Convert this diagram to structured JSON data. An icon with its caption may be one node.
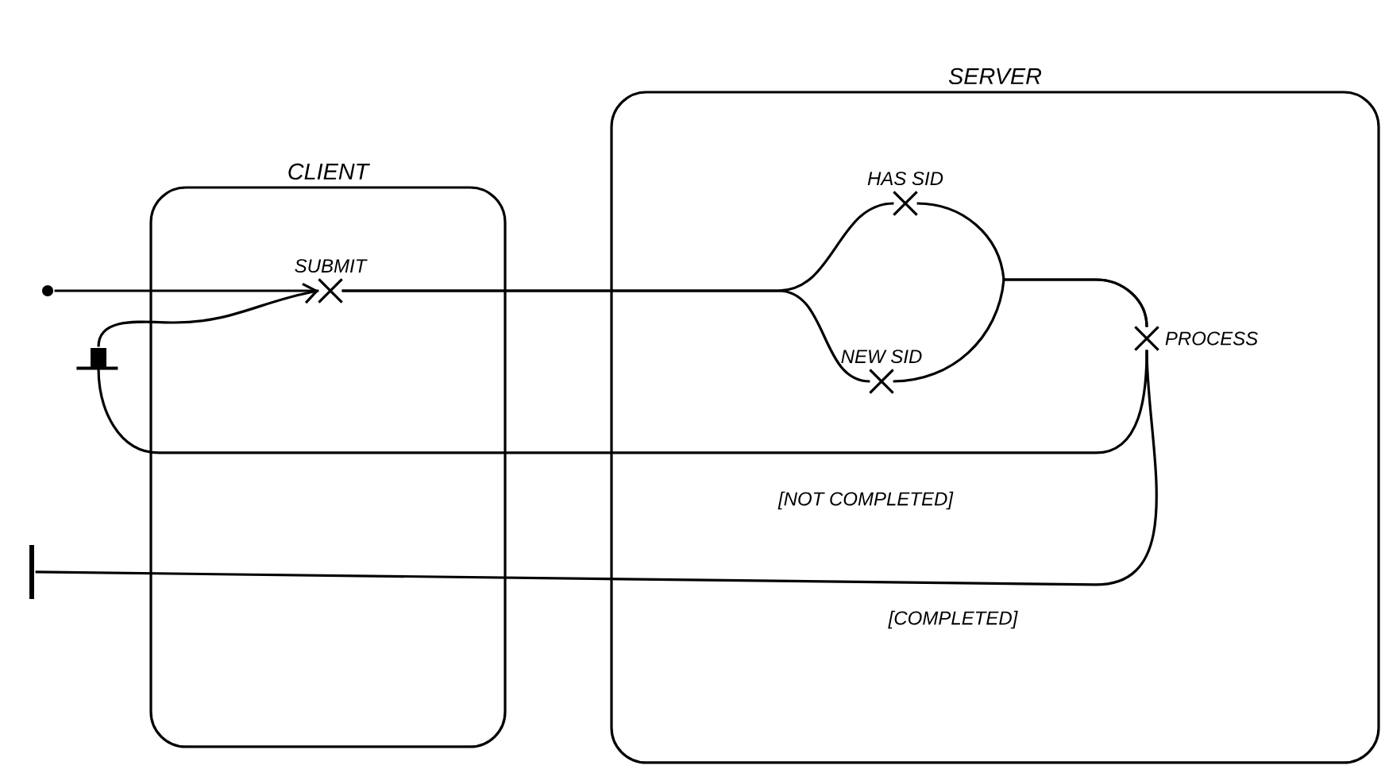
{
  "diagram": {
    "nodes": [
      {
        "text": [
          "CLIENT"
        ]
      },
      {
        "text": [
          "SERVER"
        ]
      },
      {
        "text": [],
        "shape": "circle"
      },
      {
        "text": [
          "SUBMIT"
        ],
        "in": 0
      },
      {
        "text": [
          "HAS SID"
        ],
        "in": 1
      },
      {
        "text": [
          "NEW SID"
        ],
        "in": 1
      },
      {
        "text": [
          "PROCESS"
        ],
        "in": 1
      },
      {
        "text": [],
        "shape": "box"
      },
      {
        "text": [],
        "shape": "bar"
      }
    ],
    "edges": [
      {
        "from": 2,
        "to": 3,
        "arrow": "none"
      },
      {
        "from": 3,
        "to": 4,
        "arrow": "none"
      },
      {
        "from": 3,
        "to": 5,
        "arrow": "none"
      },
      {
        "from": 4,
        "to": 6,
        "arrow": "none"
      },
      {
        "from": 5,
        "to": 6,
        "arrow": "none"
      },
      {
        "from": 6,
        "to": 7,
        "arrow": "none",
        "label": "[NOT COMPLETED]"
      },
      {
        "from": 7,
        "to": 3,
        "arrow": "to"
      },
      {
        "from": 6,
        "to": 8,
        "arrow": "none",
        "label": "[COMPLETED]"
      }
    ]
  }
}
